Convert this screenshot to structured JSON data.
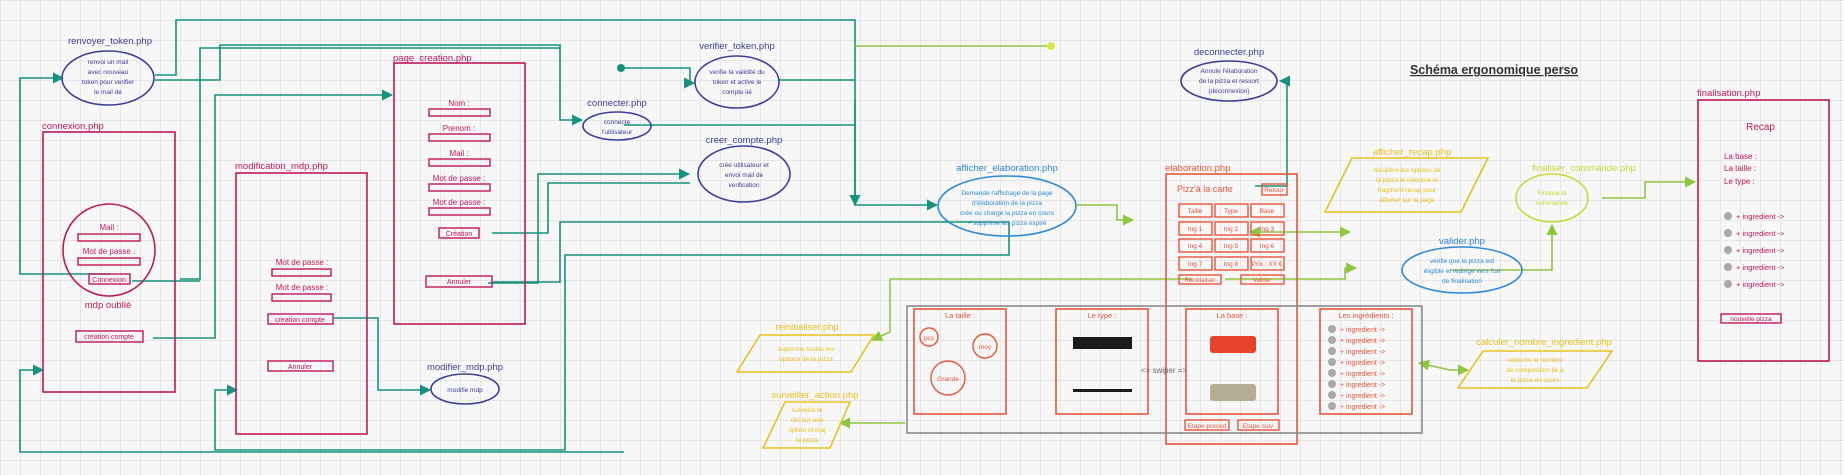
{
  "title": "Schéma ergonomique perso",
  "colors": {
    "magenta": "#c2185b",
    "indigo": "#3f3f9a",
    "blue": "#2f8ad8",
    "teal": "#15937c",
    "red": "#e8553b",
    "yellow": "#e8c21f",
    "lime": "#8dc63f",
    "gray": "#8a8a8a"
  },
  "nodes": {
    "renvoyer_token": {
      "label": "renvoyer_token.php",
      "lines": [
        "renvoi un mail",
        "avec nouveau",
        "token pour verifier",
        "le mail de"
      ]
    },
    "verifier_token": {
      "label": "verifier_token.php",
      "lines": [
        "verifie la validité du",
        "token et active le",
        "compte lié"
      ]
    },
    "deconnecter": {
      "label": "deconnecter.php",
      "lines": [
        "Annule l'élaboration",
        "de la pizza et ressort",
        "(déconnexion)"
      ]
    },
    "connecter": {
      "label": "connecter.php",
      "lines": [
        "connecte",
        "l'utilisateur"
      ]
    },
    "creer_compte": {
      "label": "creer_compte.php",
      "lines": [
        "crée utilisateur et",
        "envoi mail de",
        "verification"
      ]
    },
    "afficher_elaboration": {
      "label": "afficher_elaboration.php",
      "lines": [
        "Demande l'affichage de la page",
        "d'élaboration de la pizza",
        "crée ou charge la pizza en cours",
        "+ supprime les pizza expiré"
      ]
    },
    "modifier_mdp": {
      "label": "modifier_mdp.php",
      "lines": [
        "modifie mdp"
      ]
    },
    "valider": {
      "label": "valider.php",
      "lines": [
        "vérifie que la pizza est",
        "éligible et redirige vers l'url",
        "de finalisation"
      ]
    },
    "finaliser_commande": {
      "label": "finaliser_commande.php",
      "lines": [
        "Finalise la",
        "commande"
      ]
    },
    "afficher_recap": {
      "label": "afficher_recap.php",
      "lines": [
        "récupère les options de",
        "la pizza et retourne le",
        "fragment recap pour",
        "afficher sur la page"
      ]
    },
    "calculer_nombre_ingredient": {
      "label": "calculer_nombre_ingredient.php",
      "lines": [
        "retourne le nombre",
        "de composition lié à",
        "la pizza en cours"
      ]
    },
    "reinitialiser": {
      "label": "reinitialiser.php",
      "lines": [
        "supprime toutes les",
        "options de la pizza"
      ]
    },
    "surveiller_action": {
      "label": "surveiller_action.php",
      "lines": [
        "surveille le",
        "clic sur une",
        "option et maj",
        "la pizza"
      ]
    }
  },
  "pages": {
    "connexion": {
      "label": "connexion.php",
      "mail": "Mail :",
      "mdp": "Mot de passe :",
      "connexion": "Connexion",
      "mdp_oublie": "mdp oublié",
      "creation_compte": "creation compte"
    },
    "modification_mdp": {
      "label": "modification_mdp.php",
      "mdp1": "Mot de passe :",
      "mdp2": "Mot de passe :",
      "creation_compte": "creation compte",
      "annuler": "Annuler"
    },
    "page_creation": {
      "label": "page_creation.php",
      "nom": "Nom :",
      "prenom": "Prenom :",
      "mail": "Mail :",
      "mdp1": "Mot de passe :",
      "mdp2": "Mot de passe :",
      "creation": "Création",
      "annuler": "Annuler"
    },
    "elaboration": {
      "label": "elaboration.php",
      "heading": "Pizz'à la carte",
      "retour": "Retour",
      "grid": [
        "Taille",
        "Type",
        "Base",
        "Ing 1",
        "Ing 2",
        "Ing 3",
        "Ing 4",
        "Ing 5",
        "Ing 6",
        "Ing 7",
        "Ing 8",
        "Prix : XX €"
      ],
      "reinitialiser": "Réinitialiser",
      "valider": "Valider",
      "etape_preced": "Etape preced",
      "etape_suiv": "Etape suiv"
    },
    "finalisation": {
      "label": "finalisation.php",
      "recap": "Recap",
      "la_base": "La base :",
      "la_taille": "La taille :",
      "le_type": "Le type :",
      "ingredient_row": "+  ingredient  ->",
      "nouvelle_pizza": "nouvelle pizza"
    }
  },
  "swiper": {
    "label": "<= swiper =>",
    "taille": {
      "title": "La taille :",
      "pcs": "pcs",
      "moy": "moy",
      "grande": "Grande"
    },
    "type_title": "Le type :",
    "base_title": "La base :",
    "ingredients_title": "Les ingrédients :",
    "ingredient_row": "+  ingredient  ->",
    "base_swatch_1": "#e8432a",
    "base_swatch_2": "#b2ad93"
  }
}
